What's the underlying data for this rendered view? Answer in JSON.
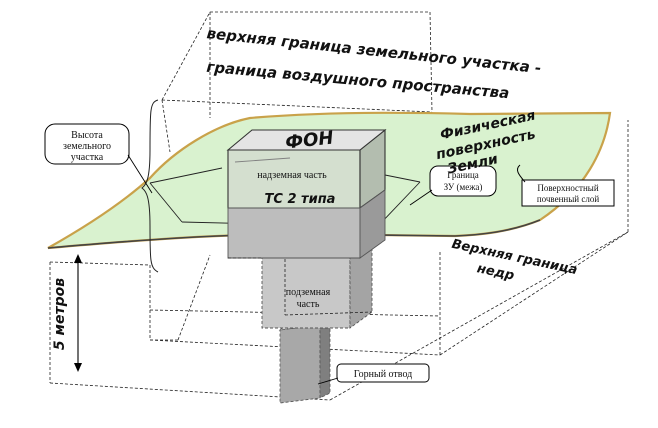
{
  "labels": {
    "top_boundary_line1": "верхняя граница земельного участка -",
    "top_boundary_line2": "граница воздушного пространства",
    "physical_surface_line1": "Физическая",
    "physical_surface_line2": "поверхность",
    "physical_surface_line3": "Земли",
    "soil_layer_line1": "Поверхностный",
    "soil_layer_line2": "почвенный слой",
    "plot_height_line1": "Высота",
    "plot_height_line2": "земельного",
    "plot_height_line3": "участка",
    "plot_border_line1": "Граница",
    "plot_border_line2": "ЗУ (межа)",
    "fon_box": "ФОН",
    "above_ground_part": "надземная часть",
    "ts_type": "ТС 2 типа",
    "underground_part_line1": "подземная",
    "underground_part_line2": "часть",
    "subsoil_boundary_line1": "Верхняя граница",
    "subsoil_boundary_line2": "недр",
    "depth_5m": "5 метров",
    "mining_allotment": "Горный отвод"
  },
  "colors": {
    "surface_fill": "#d9f2cf",
    "surface_edge": "#c9a24a",
    "box_top": "#e4e4e4",
    "box_front": "#bdbdbd",
    "box_side": "#9a9a9a"
  }
}
